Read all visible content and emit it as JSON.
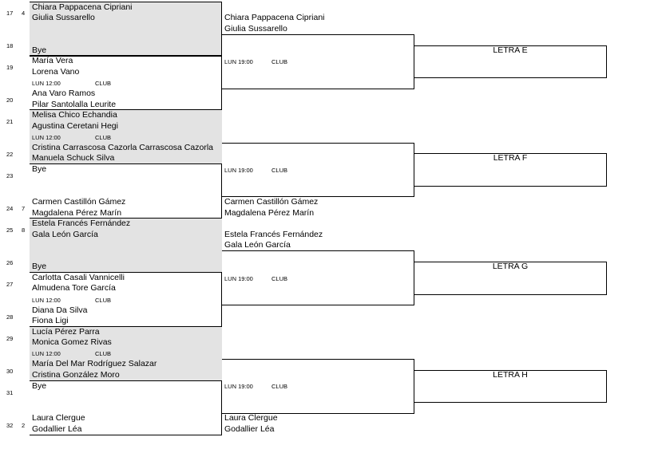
{
  "rows": [
    "17",
    "18",
    "19",
    "20",
    "21",
    "22",
    "23",
    "24",
    "25",
    "26",
    "27",
    "28",
    "29",
    "30",
    "31",
    "32"
  ],
  "seeds": {
    "r17": "4",
    "r24": "7",
    "r25": "8",
    "r32": "2"
  },
  "round1": {
    "m1": {
      "p1a": "Chiara Pappacena Cipriani",
      "p1b": "Giulia  Sussarello",
      "p2": "Bye"
    },
    "m2": {
      "p1a": "María Vera",
      "p1b": "Lorena Vano",
      "day": "LUN 12:00",
      "club": "CLUB",
      "p2a": "Ana  Varo Ramos",
      "p2b": "Pilar Santolalla Leurite"
    },
    "m3": {
      "p1a": "Melisa Chico Echandia",
      "p1b": "Agustina Ceretani Hegi",
      "day": "LUN 12:00",
      "club": "CLUB",
      "p2a": "Cristina Carrascosa Cazorla Carrascosa Cazorla",
      "p2b": "Manuela Schuck Silva"
    },
    "m4": {
      "p1": "Bye",
      "p2a": "Carmen Castillón Gámez",
      "p2b": "Magdalena Pérez Marín"
    },
    "m5": {
      "p1a": "Estela Francés Fernández",
      "p1b": "Gala León García",
      "p2": "Bye"
    },
    "m6": {
      "p1a": "Carlotta Casali Vannicelli",
      "p1b": "Almudena Tore García",
      "day": "LUN 12:00",
      "club": "CLUB",
      "p2a": "Diana Da Silva",
      "p2b": "Fiona Ligi"
    },
    "m7": {
      "p1a": "Lucía Pérez Parra",
      "p1b": "Monica Gomez Rivas",
      "day": "LUN 12:00",
      "club": "CLUB",
      "p2a": "María Del Mar Rodríguez Salazar",
      "p2b": "Cristina González Moro"
    },
    "m8": {
      "p1": "Bye",
      "p2a": "Laura Clergue",
      "p2b": "Godallier Léa"
    }
  },
  "round2": {
    "e": {
      "p1a": "Chiara Pappacena Cipriani",
      "p1b": "Giulia  Sussarello",
      "day": "LUN 19:00",
      "club": "CLUB"
    },
    "f": {
      "day": "LUN 19:00",
      "club": "CLUB",
      "p2a": "Carmen Castillón Gámez",
      "p2b": "Magdalena Pérez Marín"
    },
    "g": {
      "p1a": "Estela Francés Fernández",
      "p1b": "Gala León García",
      "day": "LUN 19:00",
      "club": "CLUB"
    },
    "h": {
      "day": "LUN 19:00",
      "club": "CLUB",
      "p2a": "Laura Clergue",
      "p2b": "Godallier Léa"
    }
  },
  "round3": {
    "e": "LETRA E",
    "f": "LETRA F",
    "g": "LETRA G",
    "h": "LETRA H"
  }
}
